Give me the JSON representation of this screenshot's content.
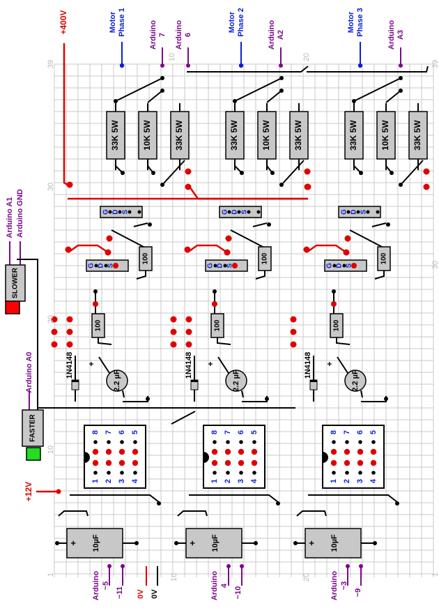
{
  "colors": {
    "grid": "#c8c8c8",
    "wire_black": "#000000",
    "wire_red": "#e00000",
    "signal_purple": "#7a0a8a",
    "signal_blue": "#0a1fd6",
    "pin_blue": "#0a1fd6",
    "component_fill": "#c8c8c8",
    "button_red": "#ff0000",
    "button_green": "#22dd22",
    "row_numbers": "#b8b8b8"
  },
  "top_labels": {
    "supply_400v": "+400V",
    "motor_phase_1": [
      "Motor",
      "Phase 1"
    ],
    "motor_phase_2": [
      "Motor",
      "Phase 2"
    ],
    "motor_phase_3": [
      "Motor",
      "Phase 3"
    ],
    "arduino_7": [
      "Arduino",
      "7"
    ],
    "arduino_6": [
      "Arduino",
      "6"
    ],
    "arduino_a2": [
      "Arduino",
      "A2"
    ],
    "arduino_a3": [
      "Arduino",
      "A3"
    ]
  },
  "left_labels": {
    "arduino_a1": "Arduino A1",
    "arduino_gnd": "Arduino GND",
    "arduino_a0": "Arduino A0",
    "supply_12v": "+12V"
  },
  "buttons": {
    "slower": "SLOWER",
    "faster": "FASTER"
  },
  "bottom_labels": {
    "arduino_5": [
      "Arduino",
      "~5"
    ],
    "arduino_11": "~11",
    "zero_v_red": "0V",
    "zero_v_black": "0V",
    "arduino_4": [
      "Arduino",
      "4"
    ],
    "arduino_10": "~10",
    "arduino_3": [
      "Arduino",
      "~3"
    ],
    "arduino_9": "~9"
  },
  "components": {
    "resistor_33k": "33K 5W",
    "resistor_10k": "10K 5W",
    "resistor_100": "100",
    "diode": "1N4148",
    "cap_small": "2.2 µF",
    "cap_large": "10µF",
    "plus": "+",
    "mosfet_pins": [
      "G",
      "D",
      "S"
    ],
    "ic_pins_top": [
      "8",
      "7",
      "6",
      "5"
    ],
    "ic_pins_bottom": [
      "1",
      "2",
      "3",
      "4"
    ]
  },
  "row_numbers": {
    "top": [
      "39",
      "10",
      "20",
      "39"
    ],
    "mid_30": [
      "30",
      "30"
    ],
    "mid_20": "20",
    "mid_10": "10",
    "bottom": [
      "1",
      "10",
      "20",
      "1"
    ]
  }
}
